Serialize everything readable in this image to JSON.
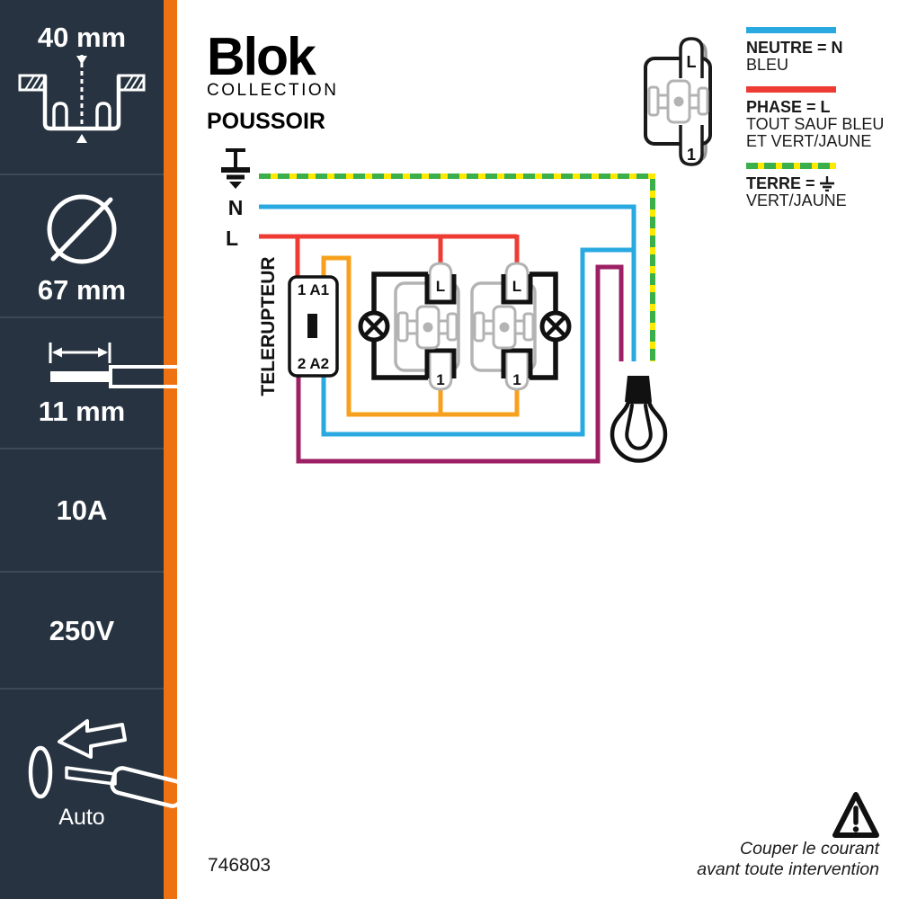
{
  "sidebar": {
    "items": [
      {
        "id": "mounting-depth",
        "label": "40 mm",
        "icon": "flush-box-depth-icon"
      },
      {
        "id": "diameter",
        "label": "67 mm",
        "icon": "diameter-icon"
      },
      {
        "id": "strip-length",
        "label": "11 mm",
        "icon": "wire-strip-icon"
      },
      {
        "id": "current-rating",
        "label": "10A"
      },
      {
        "id": "voltage-rating",
        "label": "250V"
      },
      {
        "id": "connection-type",
        "label": "Auto",
        "icon": "auto-release-screwdriver-icon"
      }
    ]
  },
  "header": {
    "brand": "Blok",
    "collection": "COLLECTION",
    "product": "POUSSOIR"
  },
  "legend": {
    "entries": [
      {
        "title": "NEUTRE = N",
        "lines": [
          "BLEU"
        ],
        "color": "#29a9e0",
        "style": "solid"
      },
      {
        "title": "PHASE = L",
        "lines": [
          "TOUT SAUF BLEU",
          "ET VERT/JAUNE"
        ],
        "color": "#ee3b33",
        "style": "solid"
      },
      {
        "title": "TERRE =",
        "lines": [
          "VERT/JAUNE"
        ],
        "color": "#3bb04a/#ffe900",
        "style": "dashed"
      }
    ]
  },
  "diagram": {
    "neutral_label": "N",
    "phase_label": "L",
    "telerupteur": {
      "label": "TELERUPTEUR",
      "top_terminals": "1 A1",
      "bottom_terminals": "2 A2"
    },
    "pushbutton_1": {
      "top_terminal": "L",
      "bottom_terminal": "1"
    },
    "pushbutton_2": {
      "top_terminal": "L",
      "bottom_terminal": "1"
    },
    "legend_symbol": {
      "top_terminal": "L",
      "bottom_terminal": "1"
    }
  },
  "footer": {
    "reference": "746803",
    "warning": [
      "Couper le courant",
      "avant toute intervention"
    ]
  },
  "colors": {
    "sidebar_bg": "#273340",
    "accent_orange": "#ee7211",
    "neutral_blue": "#29a9e0",
    "phase_red": "#ee3b33",
    "wire_orange": "#f7a01e",
    "wire_purple": "#9c2063",
    "earth_green": "#3bb04a",
    "earth_yellow": "#ffe900",
    "component_gray": "#b3b3b3"
  }
}
